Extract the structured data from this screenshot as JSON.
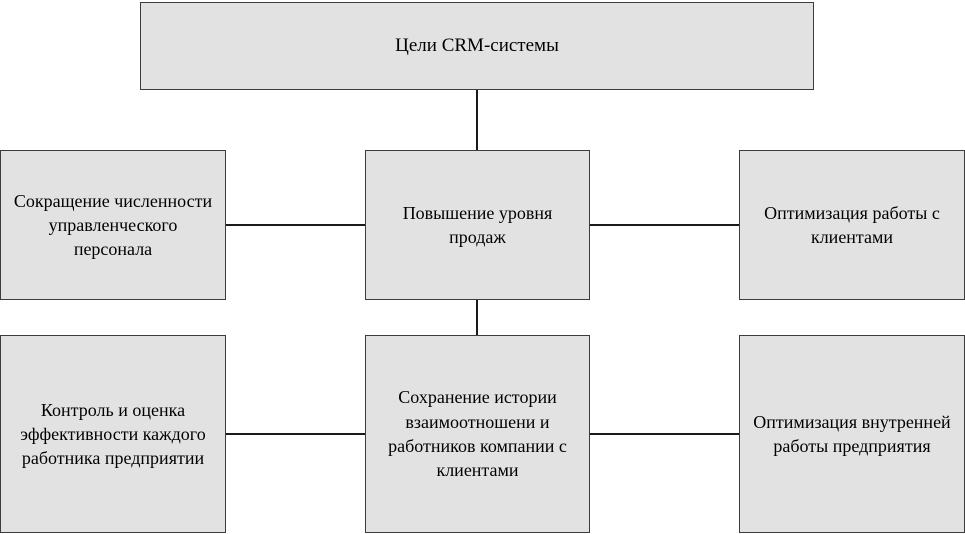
{
  "diagram": {
    "nodes": {
      "root": {
        "label": "Цели CRM-системы"
      },
      "mid_left": {
        "label": "Сокращение численности управленческого персонала"
      },
      "mid_center": {
        "label": "Повышение уровня продаж"
      },
      "mid_right": {
        "label": "Оптимизация работы с клиентами"
      },
      "bot_left": {
        "label": "Контроль и оценка эффективности каждого работника предприятии"
      },
      "bot_center": {
        "label": "Сохранение истории взаимоотношени и работников компании с клиентами"
      },
      "bot_right": {
        "label": "Оптимизация внутренней работы предприятия"
      }
    }
  }
}
